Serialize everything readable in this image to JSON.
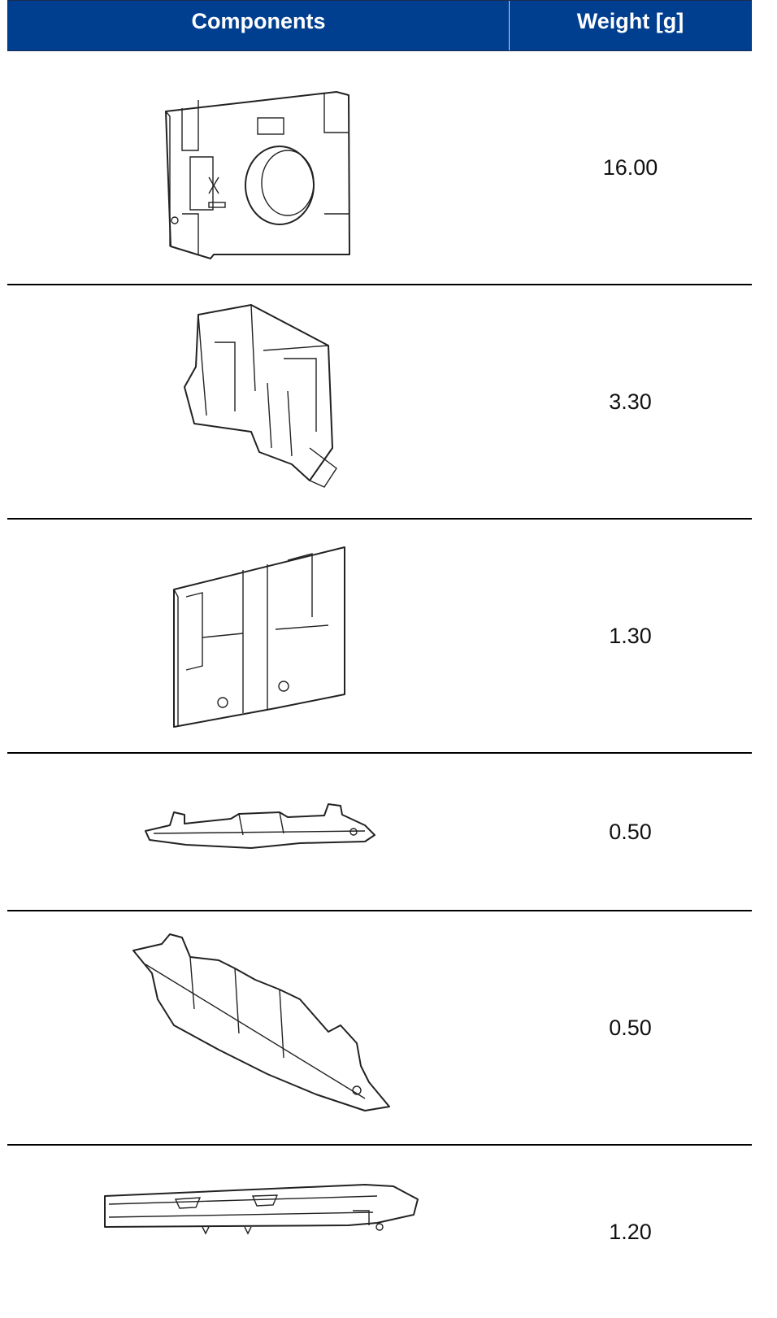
{
  "table": {
    "headers": {
      "components": "Components",
      "weight": "Weight [g]"
    },
    "rows": [
      {
        "component_icon": "frame-housing-illustration",
        "weight": "16.00"
      },
      {
        "component_icon": "double-clip-bracket-illustration",
        "weight": "3.30"
      },
      {
        "component_icon": "mounting-plate-illustration",
        "weight": "1.30"
      },
      {
        "component_icon": "short-rail-illustration",
        "weight": "0.50"
      },
      {
        "component_icon": "angled-rail-illustration",
        "weight": "0.50"
      },
      {
        "component_icon": "slotted-bar-illustration",
        "weight": "1.20"
      }
    ]
  }
}
